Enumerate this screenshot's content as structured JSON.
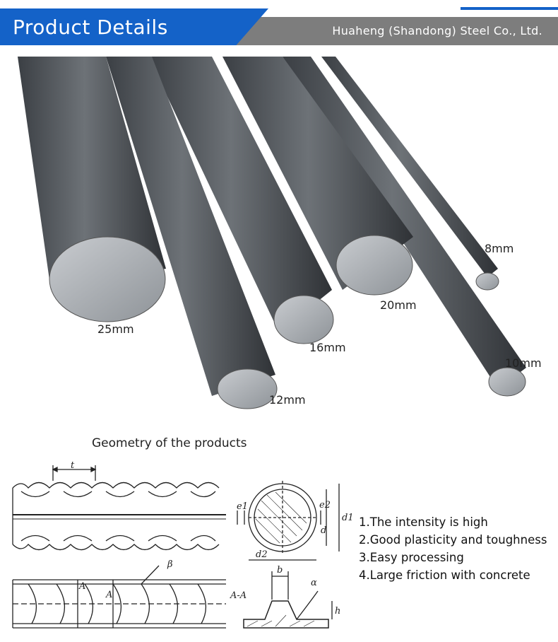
{
  "header": {
    "title": "Product Details",
    "company": "Huaheng (Shandong) Steel Co., Ltd.",
    "accent_color": "#1462c8",
    "bar_color": "#7d7d7d"
  },
  "photo": {
    "labels": [
      "25mm",
      "12mm",
      "16mm",
      "20mm",
      "10mm",
      "8mm"
    ]
  },
  "geometry": {
    "title": "Geometry of the products",
    "symbols": {
      "t": "t",
      "e1": "e1",
      "e2": "e2",
      "d": "d",
      "d1": "d1",
      "d2": "d2",
      "beta": "β",
      "a": "A",
      "section": "A-A",
      "b": "b",
      "h": "h",
      "alpha": "α"
    }
  },
  "features": [
    "1.The intensity is high",
    "2.Good plasticity and toughness",
    "3.Easy processing",
    "4.Large friction with concrete"
  ]
}
